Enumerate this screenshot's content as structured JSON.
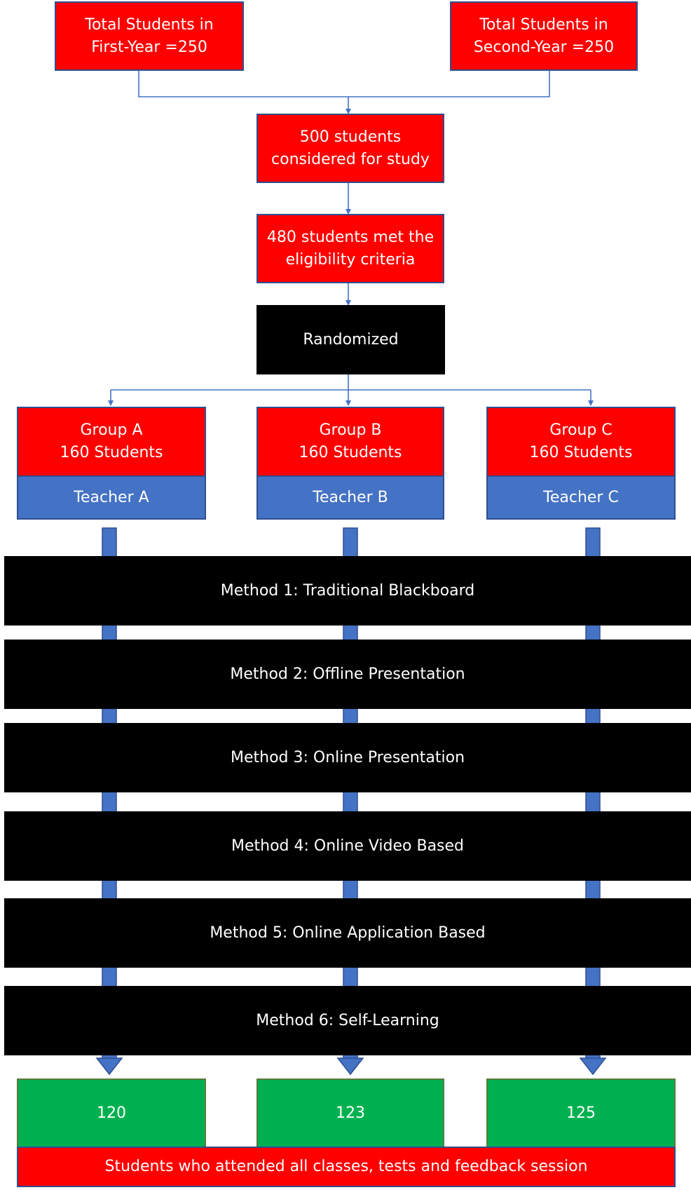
{
  "top": {
    "first_year": "Total Students in\nFirst-Year =250",
    "second_year": "Total Students in\nSecond-Year =250"
  },
  "considered": "500 students\nconsidered for study",
  "eligible": "480 students met the\neligibility criteria",
  "randomized": "Randomized",
  "groups": [
    {
      "title": "Group A\n160 Students",
      "teacher": "Teacher A",
      "count": "120"
    },
    {
      "title": "Group B\n160 Students",
      "teacher": "Teacher B",
      "count": "123"
    },
    {
      "title": "Group C\n160 Students",
      "teacher": "Teacher C",
      "count": "125"
    }
  ],
  "methods": [
    "Method 1: Traditional Blackboard",
    "Method 2: Offline Presentation",
    "Method 3: Online Presentation",
    "Method 4: Online Video Based",
    "Method 5: Online Application Based",
    "Method 6: Self-Learning"
  ],
  "footer": "Students who attended all classes, tests and feedback session",
  "colors": {
    "red": "#ff0000",
    "black": "#000000",
    "blue": "#4472c4",
    "green": "#00b050",
    "connector": "#4472c4"
  }
}
